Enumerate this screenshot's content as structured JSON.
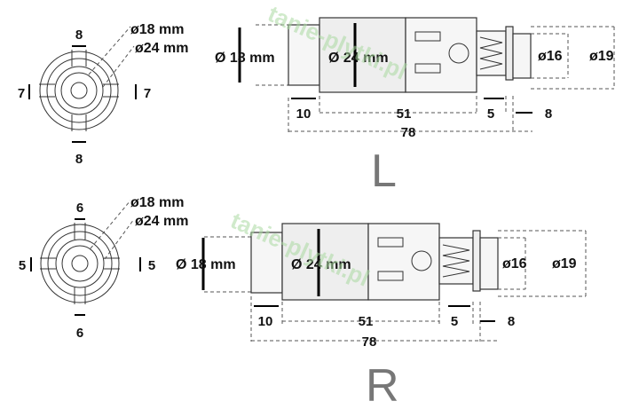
{
  "top": {
    "end_view": {
      "width_top": "8",
      "width_bottom": "8",
      "side_left": "7",
      "side_right": "7",
      "dia_small": "ø18 mm",
      "dia_large": "ø24 mm"
    },
    "side_view": {
      "dia_small": "Ø 18 mm",
      "dia_large": "Ø 24 mm",
      "dia_16": "ø16",
      "dia_19": "ø19",
      "len_10": "10",
      "len_51": "51",
      "len_5": "5",
      "len_8": "8",
      "len_total": "78"
    },
    "variant_letter": "L"
  },
  "bottom": {
    "end_view": {
      "width_top": "6",
      "width_bottom": "6",
      "side_left": "5",
      "side_right": "5",
      "dia_small": "ø18 mm",
      "dia_large": "ø24 mm"
    },
    "side_view": {
      "dia_small": "Ø 18 mm",
      "dia_large": "Ø 24 mm",
      "dia_16": "ø16",
      "dia_19": "ø19",
      "len_10": "10",
      "len_51": "51",
      "len_5": "5",
      "len_8": "8",
      "len_total": "78"
    },
    "variant_letter": "R"
  },
  "watermark": "tanie-plytki.pl"
}
